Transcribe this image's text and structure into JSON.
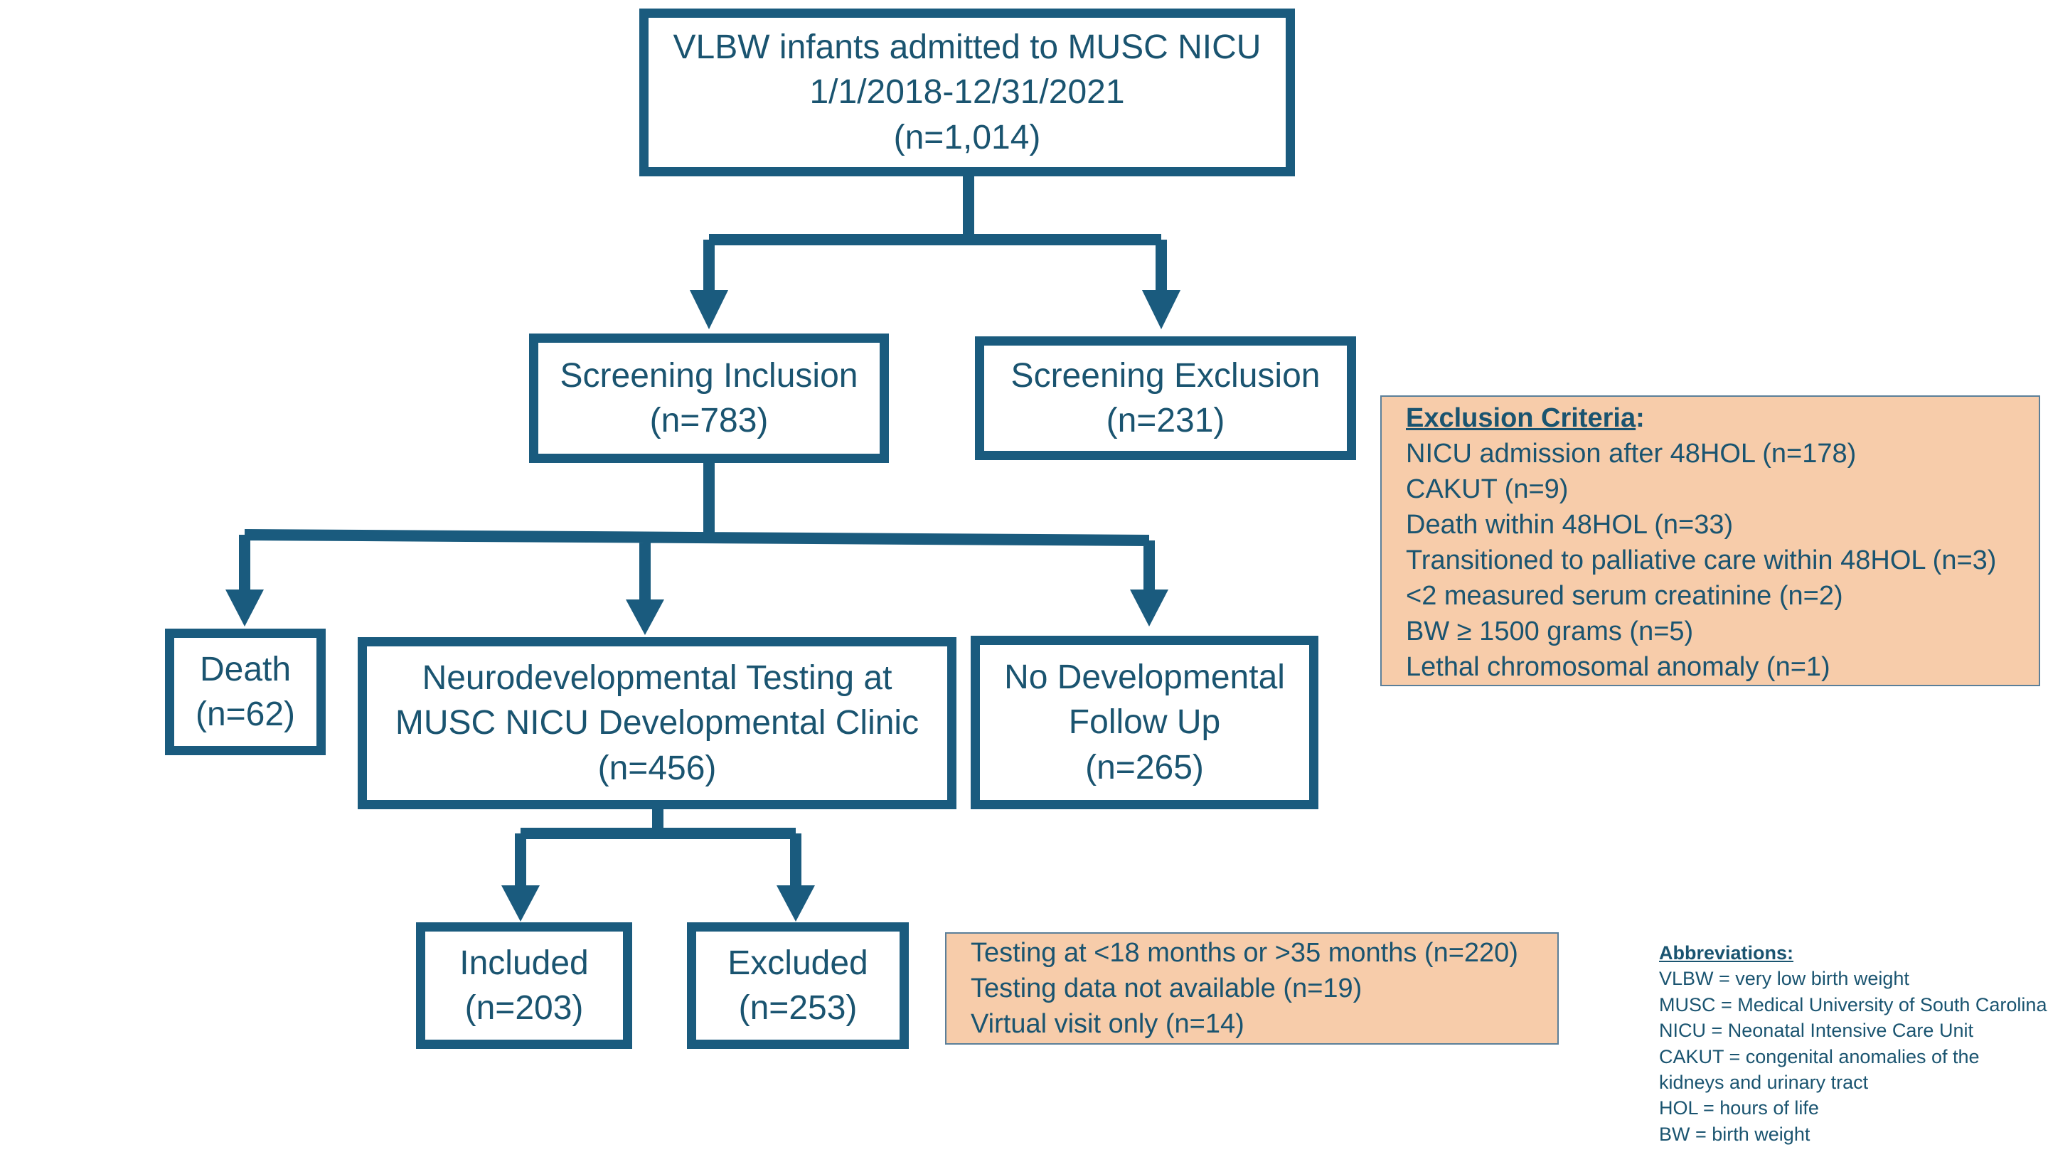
{
  "colors": {
    "stroke": "#1a5b7e",
    "text": "#1a5470",
    "note_fill": "#f7ccaa",
    "note_border": "#5b7f99"
  },
  "boxes": {
    "top": {
      "line1": "VLBW infants admitted to MUSC NICU",
      "line2": "1/1/2018-12/31/2021",
      "line3": "(n=1,014)"
    },
    "screen_incl": {
      "line1": "Screening Inclusion",
      "line2": "(n=783)"
    },
    "screen_excl": {
      "line1": "Screening Exclusion",
      "line2": "(n=231)"
    },
    "death": {
      "line1": "Death",
      "line2": "(n=62)"
    },
    "neuro": {
      "line1": "Neurodevelopmental Testing at",
      "line2": "MUSC NICU Developmental Clinic",
      "line3": "(n=456)"
    },
    "no_follow": {
      "line1": "No Developmental",
      "line2": "Follow Up",
      "line3": "(n=265)"
    },
    "included": {
      "line1": "Included",
      "line2": "(n=203)"
    },
    "excluded": {
      "line1": "Excluded",
      "line2": "(n=253)"
    }
  },
  "exclusion_criteria": {
    "heading": "Exclusion Criteria",
    "heading_colon": ":",
    "items": [
      "NICU admission after 48HOL (n=178)",
      "CAKUT (n=9)",
      "Death within 48HOL (n=33)",
      "Transitioned to palliative care within 48HOL (n=3)",
      "<2 measured serum creatinine (n=2)",
      "BW ≥ 1500 grams (n=5)",
      "Lethal chromosomal anomaly (n=1)"
    ]
  },
  "testing_exclusions": {
    "items": [
      "Testing at <18 months or >35 months (n=220)",
      "Testing data not available (n=19)",
      "Virtual visit only (n=14)"
    ]
  },
  "abbreviations": {
    "heading": "Abbreviations:",
    "items": [
      "VLBW = very low birth weight",
      "MUSC = Medical University of South Carolina",
      "NICU = Neonatal Intensive Care Unit",
      "CAKUT = congenital anomalies of the",
      "kidneys and urinary tract",
      "HOL = hours of life",
      "BW = birth weight"
    ]
  }
}
